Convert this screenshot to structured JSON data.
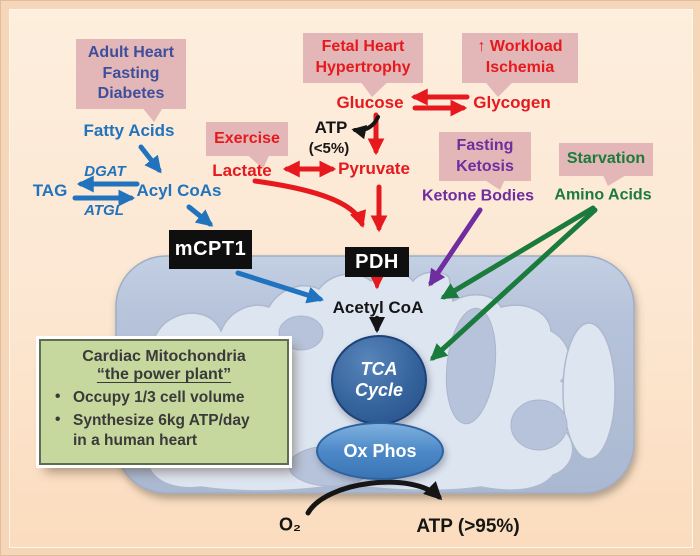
{
  "diagram": {
    "title_semantic": "Cardiac metabolism pathway diagram",
    "callouts": {
      "adult_heart": "Adult Heart\nFasting\nDiabetes",
      "fetal_heart": "Fetal Heart\nHypertrophy",
      "workload": "↑ Workload\nIschemia",
      "exercise": "Exercise",
      "fasting_ketosis": "Fasting\nKetosis",
      "starvation": "Starvation"
    },
    "metabolites": {
      "fatty_acids": "Fatty Acids",
      "tag": "TAG",
      "dgat": "DGAT",
      "atgl": "ATGL",
      "acyl_coas": "Acyl CoAs",
      "lactate": "Lactate",
      "pyruvate": "Pyruvate",
      "glucose": "Glucose",
      "glycogen": "Glycogen",
      "atp_glycolysis": "ATP",
      "atp_glycolysis_pct": "(<5%)",
      "ketone_bodies": "Ketone Bodies",
      "amino_acids": "Amino Acids",
      "acetyl_coa": "Acetyl CoA",
      "oxygen": "O₂",
      "atp_output": "ATP (>95%)"
    },
    "enzymes": {
      "mcpt1": "mCPT1",
      "pdh": "PDH"
    },
    "organelles": {
      "tca": "TCA\nCycle",
      "oxphos": "Ox Phos"
    },
    "info_box": {
      "title": "Cardiac Mitochondria",
      "subtitle": "“the power plant”",
      "bullets": [
        "Occupy 1/3 cell volume",
        "Synthesize 6kg ATP/day\nin a human heart"
      ]
    },
    "colors": {
      "background_peach": "#fbe4cc",
      "callout_pink": "#e3b7b7",
      "text_navy": "#3d4f9c",
      "text_blue": "#2173be",
      "text_red": "#e6191e",
      "text_purple": "#6f2da0",
      "text_green": "#1b7b3c",
      "enzyme_box_black": "#0f0f0f",
      "mitochondria_outer": "#b6c3da",
      "mitochondria_inner": "#dde5f1",
      "tca_blue": "#35639c",
      "oxphos_blue": "#4d89c8",
      "infobox_green": "#c6d89d"
    }
  }
}
